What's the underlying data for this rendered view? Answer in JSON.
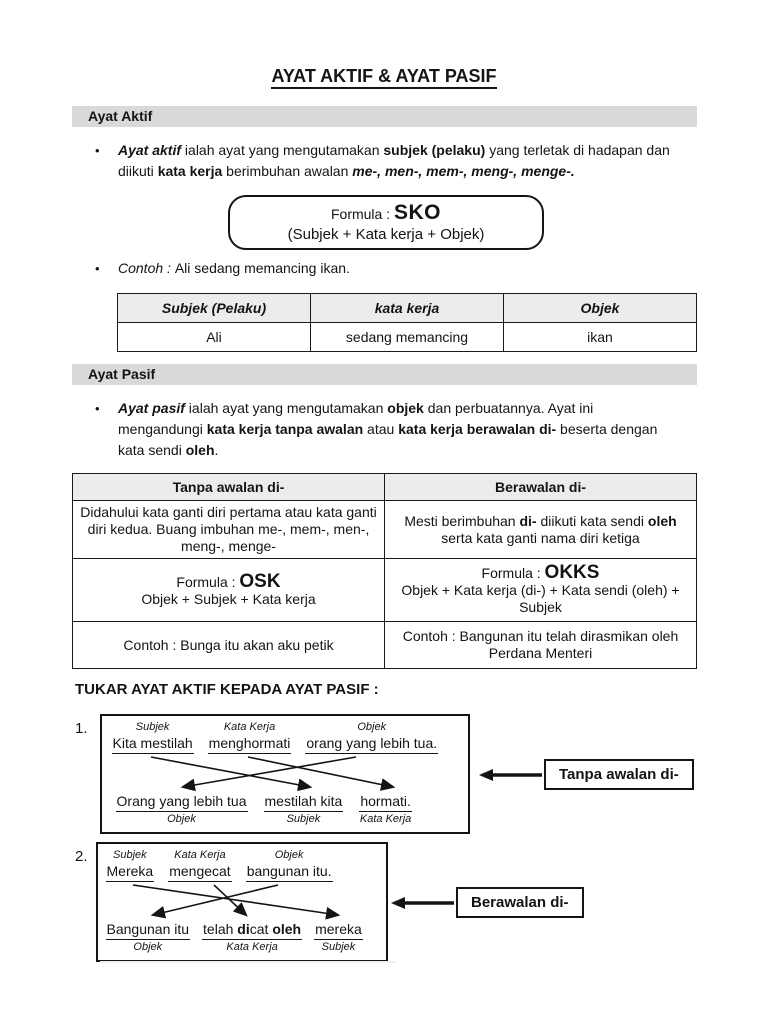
{
  "page": {
    "title": "AYAT AKTIF & AYAT PASIF",
    "bullet_char": "•"
  },
  "section_aktif": {
    "header": "Ayat Aktif",
    "definition_runs": [
      {
        "t": "Ayat aktif",
        "b": true,
        "i": true
      },
      {
        "t": " ialah ayat yang mengutamakan "
      },
      {
        "t": "subjek (pelaku)",
        "b": true
      },
      {
        "t": " yang terletak di hadapan dan diikuti "
      },
      {
        "t": "kata kerja",
        "b": true
      },
      {
        "t": " berimbuhan awalan "
      },
      {
        "t": "me-, men-, mem-, meng-, menge-.",
        "b": true,
        "i": true
      }
    ],
    "formula": {
      "label": "Formula : ",
      "code": "SKO",
      "expansion": "(Subjek  +  Kata kerja  +  Objek)"
    },
    "example_runs": [
      {
        "t": "Contoh : ",
        "i": true
      },
      {
        "t": "Ali sedang memancing ikan."
      }
    ],
    "table": {
      "headers": [
        "Subjek (Pelaku)",
        "kata kerja",
        "Objek"
      ],
      "row": [
        "Ali",
        "sedang memancing",
        "ikan"
      ]
    }
  },
  "section_pasif": {
    "header": "Ayat Pasif",
    "definition_runs": [
      {
        "t": "Ayat pasif",
        "b": true,
        "i": true
      },
      {
        "t": " ialah ayat yang mengutamakan "
      },
      {
        "t": "objek",
        "b": true
      },
      {
        "t": " dan perbuatannya. Ayat ini mengandungi "
      },
      {
        "t": "kata kerja tanpa awalan",
        "b": true
      },
      {
        "t": " atau "
      },
      {
        "t": "kata kerja berawalan di-",
        "b": true
      },
      {
        "t": " beserta dengan kata sendi "
      },
      {
        "t": "oleh",
        "b": true
      },
      {
        "t": "."
      }
    ],
    "table": {
      "headers": [
        "Tanpa awalan di-",
        "Berawalan di-"
      ],
      "row_description": {
        "left": "Didahului kata ganti diri pertama atau kata ganti diri kedua. Buang imbuhan me-, mem-, men-, meng-, menge-",
        "right_runs": [
          {
            "t": "Mesti berimbuhan "
          },
          {
            "t": "di-",
            "b": true
          },
          {
            "t": " diikuti kata sendi "
          },
          {
            "t": "oleh",
            "b": true
          },
          {
            "t": " serta kata ganti nama diri ketiga"
          }
        ]
      },
      "row_formula": {
        "left_label": "Formula : ",
        "left_code": "OSK",
        "left_expansion": "Objek + Subjek + Kata kerja",
        "right_label": "Formula : ",
        "right_code": "OKKS",
        "right_expansion": "Objek + Kata kerja (di-) + Kata sendi (oleh) + Subjek"
      },
      "row_example": {
        "left": "Contoh : Bunga itu akan aku petik",
        "right": "Contoh : Bangunan itu telah dirasmikan oleh Perdana Menteri"
      }
    }
  },
  "conversion": {
    "heading": "TUKAR AYAT AKTIF KEPADA AYAT PASIF :",
    "examples": [
      {
        "number": "1.",
        "top_labels": [
          "Subjek",
          "Kata Kerja",
          "Objek"
        ],
        "top_words": [
          [
            {
              "t": "Kita mestilah"
            }
          ],
          [
            {
              "t": "menghormati"
            }
          ],
          [
            {
              "t": "orang yang lebih tua."
            }
          ]
        ],
        "bottom_words": [
          [
            {
              "t": "Orang yang lebih tua"
            }
          ],
          [
            {
              "t": "mestilah kita"
            }
          ],
          [
            {
              "t": "hormati."
            }
          ]
        ],
        "bottom_labels": [
          "Objek",
          "Subjek",
          "Kata Kerja"
        ],
        "callout": "Tanpa awalan di-"
      },
      {
        "number": "2.",
        "top_labels": [
          "Subjek",
          "Kata Kerja",
          "Objek"
        ],
        "top_words": [
          [
            {
              "t": "Mereka"
            }
          ],
          [
            {
              "t": "mengecat"
            }
          ],
          [
            {
              "t": "bangunan itu."
            }
          ]
        ],
        "bottom_words": [
          [
            {
              "t": "Bangunan itu"
            }
          ],
          [
            {
              "t": "telah "
            },
            {
              "t": "di",
              "b": true
            },
            {
              "t": "cat "
            },
            {
              "t": "oleh",
              "b": true
            }
          ],
          [
            {
              "t": "mereka"
            }
          ]
        ],
        "bottom_labels": [
          "Objek",
          "Kata Kerja",
          "Subjek"
        ],
        "callout": "Berawalan di-"
      }
    ]
  }
}
